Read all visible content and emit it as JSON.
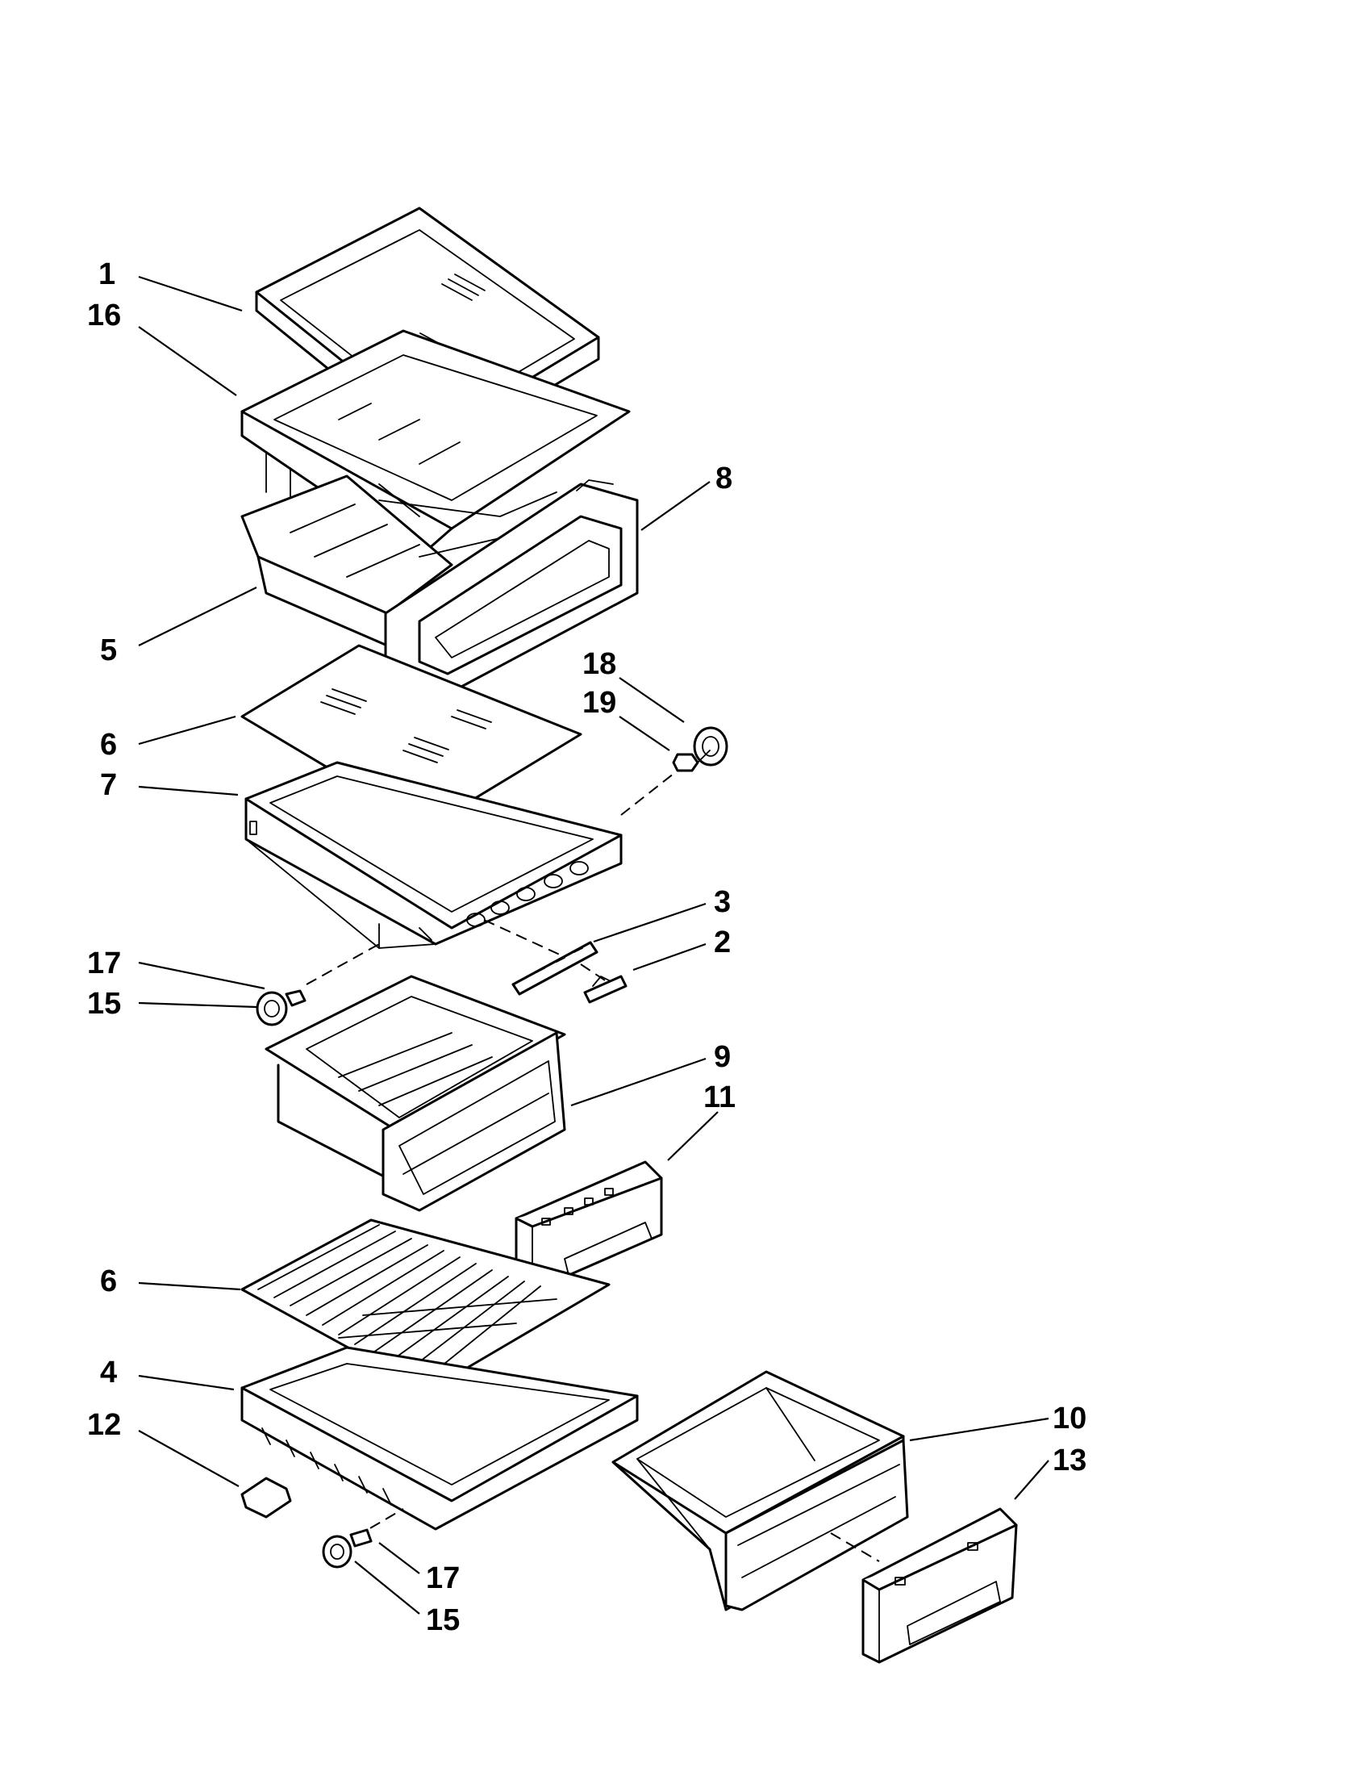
{
  "diagram": {
    "parts": [
      {
        "id": "1",
        "label": "1"
      },
      {
        "id": "16",
        "label": "16"
      },
      {
        "id": "8",
        "label": "8"
      },
      {
        "id": "5",
        "label": "5"
      },
      {
        "id": "18",
        "label": "18"
      },
      {
        "id": "19",
        "label": "19"
      },
      {
        "id": "6a",
        "label": "6"
      },
      {
        "id": "7",
        "label": "7"
      },
      {
        "id": "3",
        "label": "3"
      },
      {
        "id": "2",
        "label": "2"
      },
      {
        "id": "17a",
        "label": "17"
      },
      {
        "id": "15a",
        "label": "15"
      },
      {
        "id": "9",
        "label": "9"
      },
      {
        "id": "11",
        "label": "11"
      },
      {
        "id": "6b",
        "label": "6"
      },
      {
        "id": "4",
        "label": "4"
      },
      {
        "id": "12",
        "label": "12"
      },
      {
        "id": "10",
        "label": "10"
      },
      {
        "id": "13",
        "label": "13"
      },
      {
        "id": "17b",
        "label": "17"
      },
      {
        "id": "15b",
        "label": "15"
      }
    ]
  }
}
